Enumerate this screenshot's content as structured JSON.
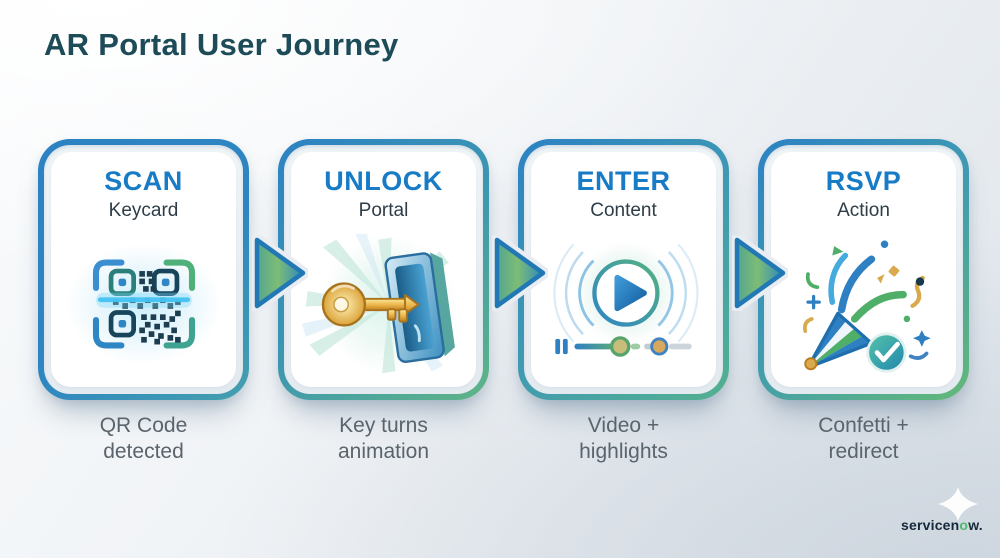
{
  "page": {
    "title": "AR Portal User Journey"
  },
  "steps": [
    {
      "label": "SCAN",
      "sublabel": "Keycard",
      "icon": "qr-scan-icon",
      "caption_line1": "QR Code",
      "caption_line2": "detected"
    },
    {
      "label": "UNLOCK",
      "sublabel": "Portal",
      "icon": "key-portal-icon",
      "caption_line1": "Key turns",
      "caption_line2": "animation"
    },
    {
      "label": "ENTER",
      "sublabel": "Content",
      "icon": "video-play-icon",
      "caption_line1": "Video +",
      "caption_line2": "highlights"
    },
    {
      "label": "RSVP",
      "sublabel": "Action",
      "icon": "confetti-check-icon",
      "caption_line1": "Confetti +",
      "caption_line2": "redirect"
    }
  ],
  "connectors": {
    "icon": "arrow-right-icon"
  },
  "branding": {
    "wordmark_pre": "servicen",
    "wordmark_o": "o",
    "wordmark_post": "w.",
    "mark": "servicenow-mark-icon"
  },
  "colors": {
    "title": "#1d4b57",
    "step_label": "#177bc5",
    "step_sublabel": "#2e3d47",
    "caption": "#5a646d",
    "card_border_blue": "#2c82c3",
    "card_border_green": "#5fb585",
    "arrow_stroke": "#2178b5",
    "scan_line": "#43c3f2",
    "key_gold": "#e9b44b",
    "wordmark_navy": "#16293a",
    "wordmark_green": "#4eba6b"
  }
}
